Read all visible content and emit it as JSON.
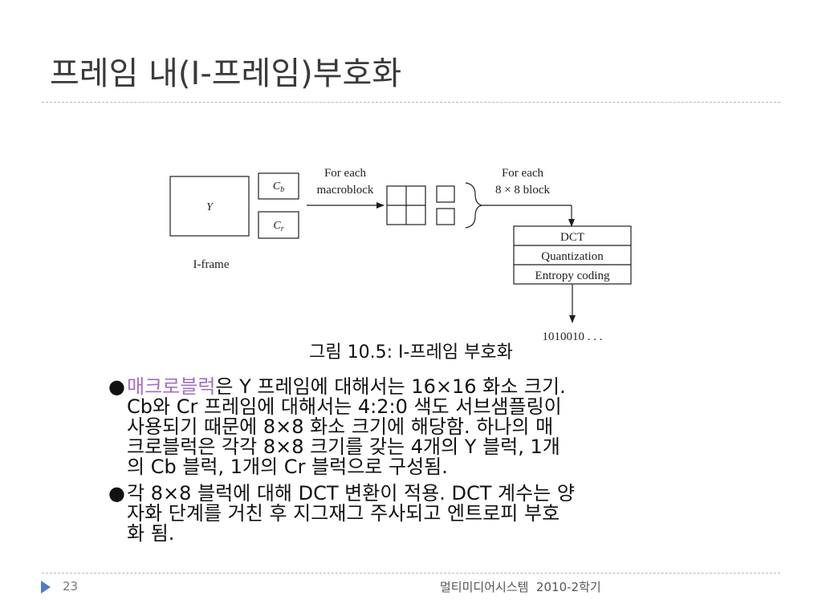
{
  "slide": {
    "title": "프레임 내(I-프레임)부호화"
  },
  "diagram": {
    "y_label": "Y",
    "cb_label": "Cb",
    "cr_label": "Cr",
    "iframe_label": "I-frame",
    "for_each_1": "For each",
    "macroblock_label": "macroblock",
    "for_each_2": "For each",
    "block_label": "8 × 8 block",
    "steps": [
      "DCT",
      "Quantization",
      "Entropy coding"
    ],
    "output_bits": "1010010 . . ."
  },
  "caption": "그림 10.5: I-프레임 부호화",
  "bullets": [
    {
      "highlight": "매크로블럭",
      "lines": [
        "은 Y 프레임에 대해서는 16×16 화소 크기.",
        "Cb와 Cr 프레임에 대해서는 4:2:0 색도 서브샘플링이",
        "사용되기 때문에 8×8 화소 크기에 해당함. 하나의 매",
        "크로블럭은 각각 8×8 크기를 갖는 4개의 Y 블럭, 1개",
        "의 Cb 블럭, 1개의 Cr 블럭으로 구성됨."
      ]
    },
    {
      "lines": [
        "각 8×8 블럭에 대해 DCT 변환이 적용. DCT 계수는 양",
        "자화 단계를 거친 후 지그재그 주사되고 엔트로피 부호",
        "화 됨."
      ]
    }
  ],
  "footer": {
    "page_number": "23",
    "text": "멀티미디어시스템  2010-2학기"
  }
}
